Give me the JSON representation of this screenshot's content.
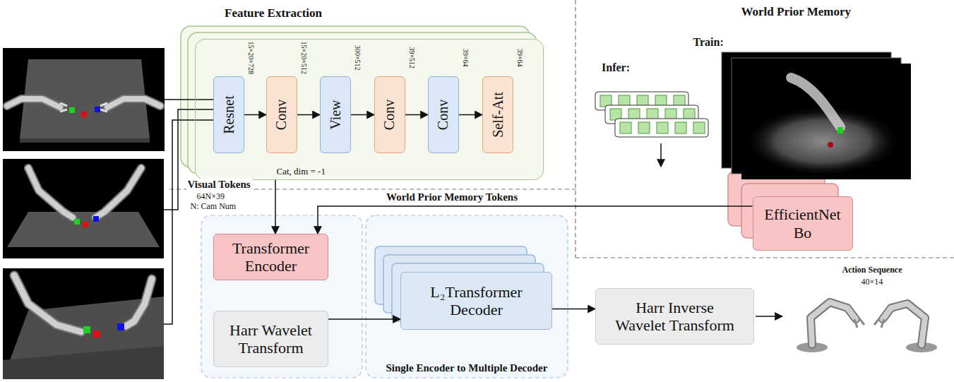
{
  "diagram": {
    "nodes": [
      {
        "text": [
          "Feature Extraction"
        ]
      },
      {
        "text": [
          "Resnet"
        ],
        "in": 0
      },
      {
        "text": [
          "Conv"
        ],
        "in": 0
      },
      {
        "text": [
          "View"
        ],
        "in": 0
      },
      {
        "text": [
          "Conv"
        ],
        "in": 0
      },
      {
        "text": [
          "Conv"
        ],
        "in": 0
      },
      {
        "text": [
          "Self-Att"
        ],
        "in": 0
      },
      {
        "text": [
          "EfficientNet Bo"
        ]
      },
      {
        "text": [
          "Transformer Encoder"
        ]
      },
      {
        "text": [
          "Harr Wavelet Transform"
        ]
      },
      {
        "text": [
          "L₂Transformer Decoder"
        ]
      },
      {
        "text": [
          "Harr Inverse Wavelet Transform"
        ]
      }
    ],
    "edges": [
      {
        "from": 1,
        "to": 2,
        "arrow": "to"
      },
      {
        "from": 2,
        "to": 3,
        "arrow": "to"
      },
      {
        "from": 3,
        "to": 4,
        "arrow": "to"
      },
      {
        "from": 4,
        "to": 5,
        "arrow": "to"
      },
      {
        "from": 5,
        "to": 6,
        "arrow": "to"
      },
      {
        "from": 0,
        "to": 8,
        "arrow": "to"
      },
      {
        "from": 7,
        "to": 8,
        "label": "World Prior Memory Tokens",
        "arrow": "to"
      },
      {
        "from": 9,
        "to": 10,
        "arrow": "to"
      },
      {
        "from": 10,
        "to": 11,
        "arrow": "to"
      }
    ],
    "labels": [
      "15×20×728",
      "15×20×512",
      "300×512",
      "39×512",
      "39×64",
      "39×64",
      "Cat, dim = -1",
      "Visual Tokens",
      "64N×39",
      "N: Cam Num",
      "World Prior Memory",
      "Train:",
      "Infer:",
      "Single Encoder to Multiple Decoder",
      "Action Sequence",
      "40×14"
    ]
  }
}
